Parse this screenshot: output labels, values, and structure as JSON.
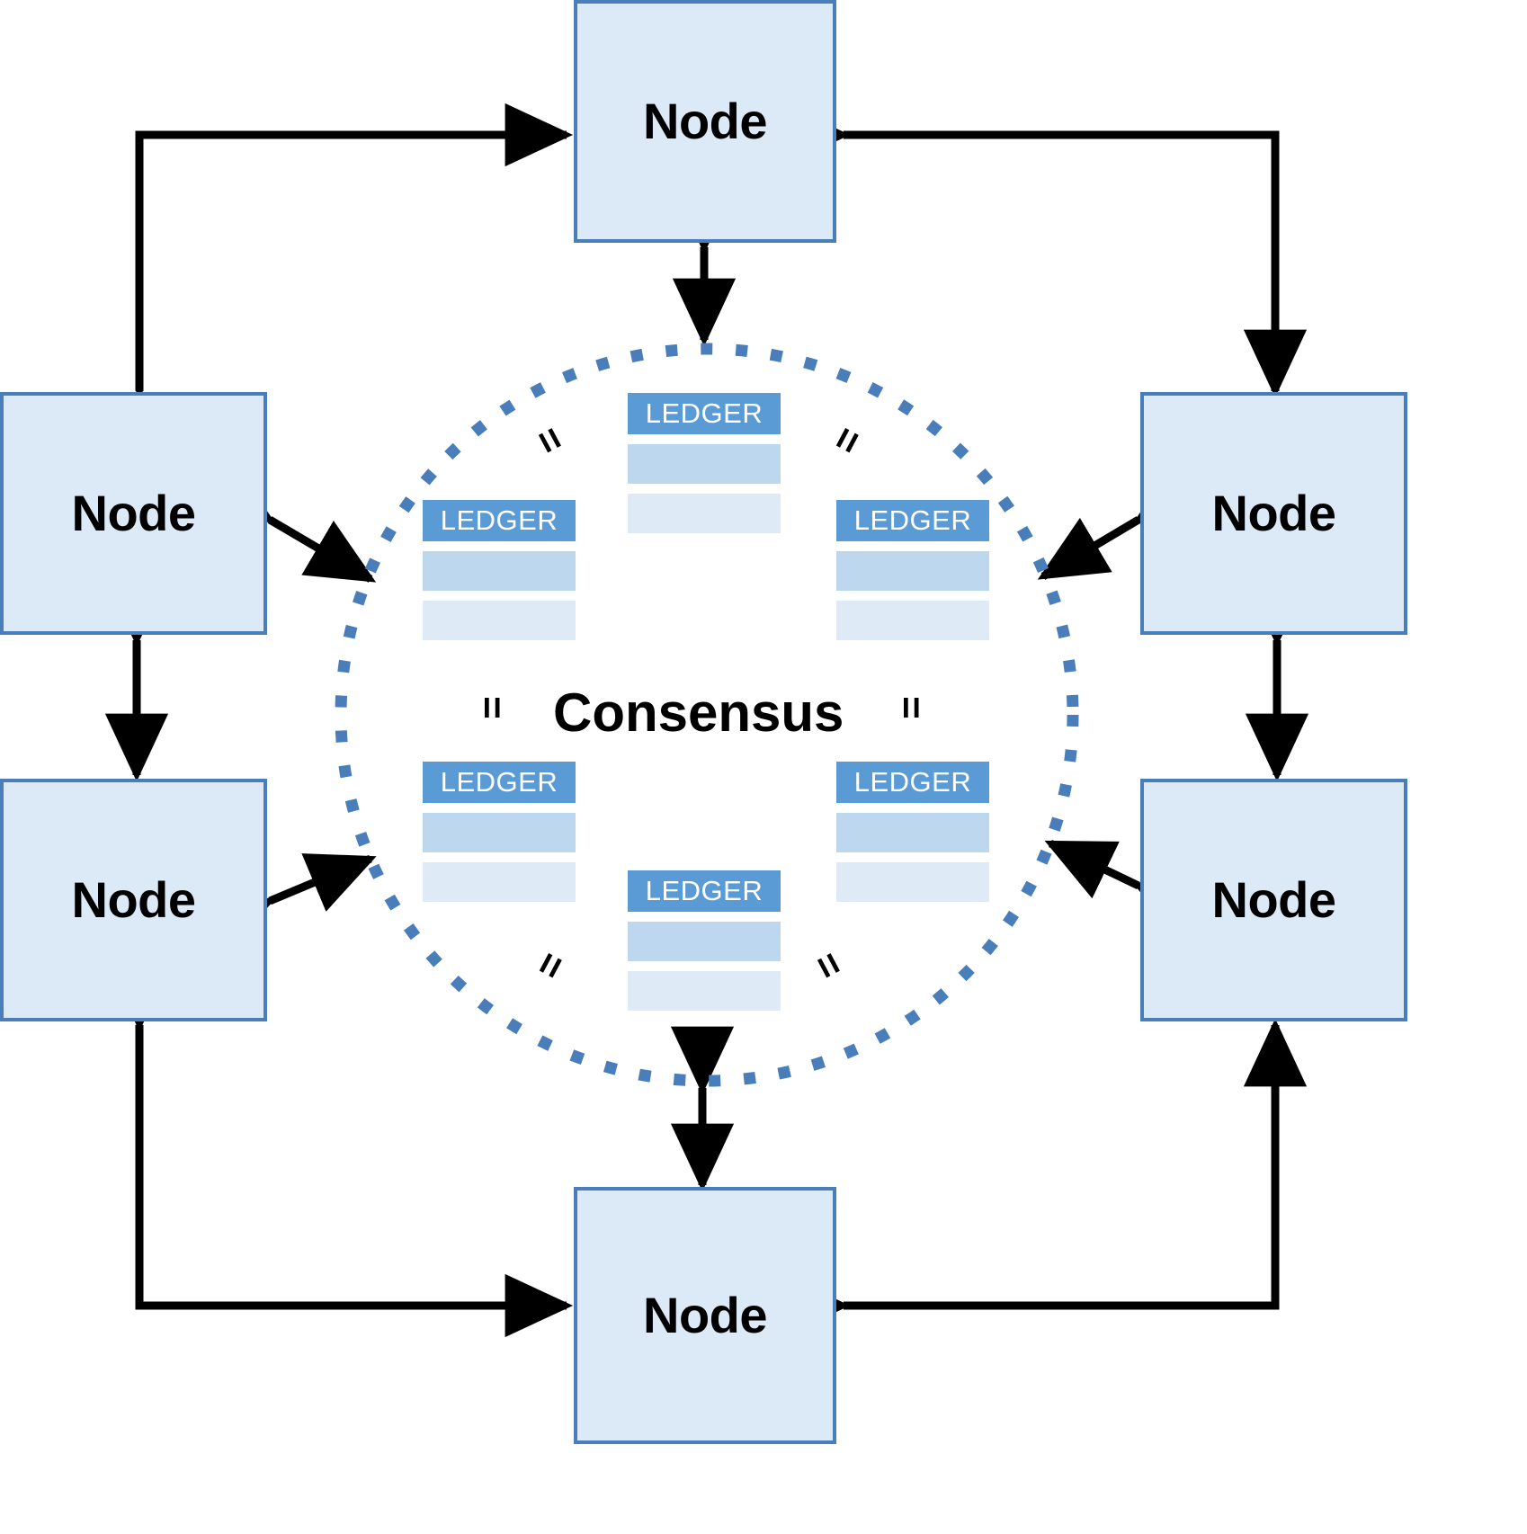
{
  "diagram": {
    "title": "Consensus",
    "center_label": "Consensus",
    "node_label": "Node",
    "ledger_label": "LEDGER",
    "equals_symbol": "=",
    "colors": {
      "node_fill": "#dce9f7",
      "node_border": "#4a7ebb",
      "ledger_header": "#5b9bd5",
      "ledger_row_dark": "#bdd7ee",
      "ledger_row_light": "#deeaf6",
      "circle_dotted": "#4a7ebb",
      "arrow": "#000000",
      "background": "#ffffff"
    },
    "nodes": [
      {
        "id": "node-top",
        "label": "Node"
      },
      {
        "id": "node-left-upper",
        "label": "Node"
      },
      {
        "id": "node-left-lower",
        "label": "Node"
      },
      {
        "id": "node-right-upper",
        "label": "Node"
      },
      {
        "id": "node-right-lower",
        "label": "Node"
      },
      {
        "id": "node-bottom",
        "label": "Node"
      }
    ],
    "ledgers": [
      {
        "id": "ledger-top",
        "label": "LEDGER"
      },
      {
        "id": "ledger-upper-left",
        "label": "LEDGER"
      },
      {
        "id": "ledger-upper-right",
        "label": "LEDGER"
      },
      {
        "id": "ledger-lower-left",
        "label": "LEDGER"
      },
      {
        "id": "ledger-lower-right",
        "label": "LEDGER"
      },
      {
        "id": "ledger-bottom",
        "label": "LEDGER"
      }
    ],
    "equals_marks": [
      {
        "id": "equals-upper-left",
        "symbol": "="
      },
      {
        "id": "equals-upper-right",
        "symbol": "="
      },
      {
        "id": "equals-mid-left",
        "symbol": "="
      },
      {
        "id": "equals-mid-right",
        "symbol": "="
      },
      {
        "id": "equals-lower-left",
        "symbol": "="
      },
      {
        "id": "equals-lower-right",
        "symbol": "="
      }
    ]
  }
}
